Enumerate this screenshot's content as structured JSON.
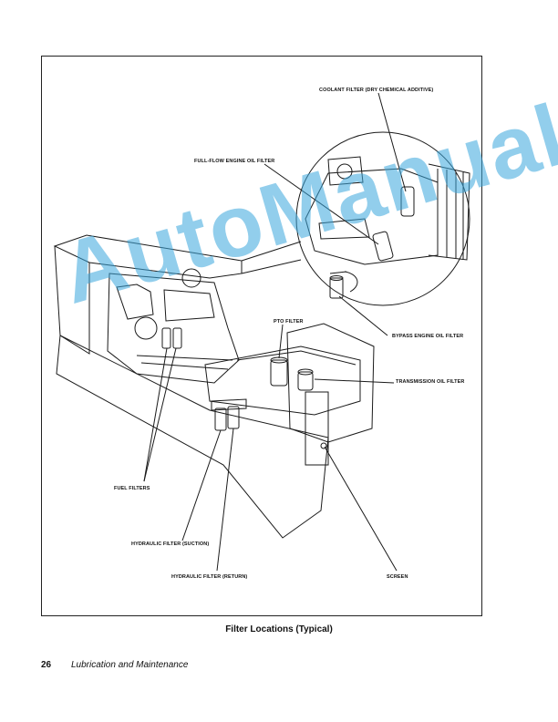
{
  "labels": {
    "coolant": "COOLANT FILTER (DRY CHEMICAL ADDITIVE)",
    "full_flow": "FULL-FLOW ENGINE OIL FILTER",
    "pto": "PTO FILTER",
    "bypass": "BYPASS ENGINE OIL FILTER",
    "transmission": "TRANSMISSION OIL FILTER",
    "fuel": "FUEL FILTERS",
    "hyd_suction": "HYDRAULIC FILTER (SUCTION)",
    "hyd_return": "HYDRAULIC FILTER (RETURN)",
    "screen": "SCREEN"
  },
  "caption": "Filter Locations (Typical)",
  "footer": {
    "page_number": "26",
    "section_title": "Lubrication and Maintenance"
  },
  "watermark": "AutoManual",
  "colors": {
    "watermark": "#3aa7dd",
    "ink": "#111111"
  }
}
